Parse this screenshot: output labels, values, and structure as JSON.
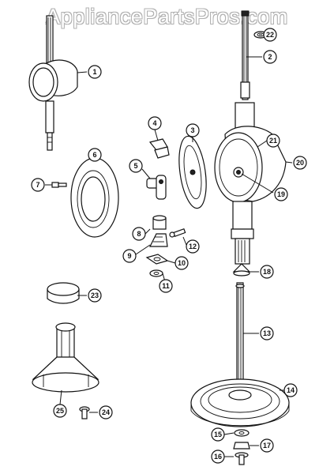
{
  "watermark": {
    "text": "AppliancePartsPros.com"
  },
  "callouts": [
    {
      "number": "1"
    },
    {
      "number": "2"
    },
    {
      "number": "3"
    },
    {
      "number": "4"
    },
    {
      "number": "5"
    },
    {
      "number": "6"
    },
    {
      "number": "7"
    },
    {
      "number": "8"
    },
    {
      "number": "9"
    },
    {
      "number": "10"
    },
    {
      "number": "11"
    },
    {
      "number": "12"
    },
    {
      "number": "13"
    },
    {
      "number": "14"
    },
    {
      "number": "15"
    },
    {
      "number": "16"
    },
    {
      "number": "17"
    },
    {
      "number": "18"
    },
    {
      "number": "19"
    },
    {
      "number": "20"
    },
    {
      "number": "21"
    },
    {
      "number": "22"
    },
    {
      "number": "23"
    },
    {
      "number": "24"
    },
    {
      "number": "25"
    }
  ]
}
